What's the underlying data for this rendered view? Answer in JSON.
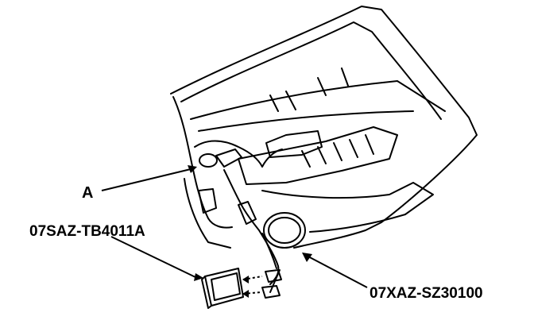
{
  "labels": {
    "connector_a": "A",
    "tool_tb": "07SAZ-TB4011A",
    "tool_sz": "07XAZ-SZ30100"
  },
  "colors": {
    "ink": "#000000",
    "paper": "#ffffff"
  }
}
